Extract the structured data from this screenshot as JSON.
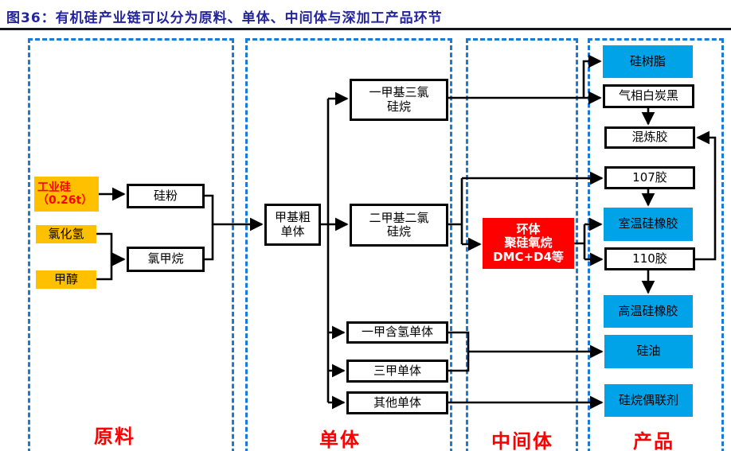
{
  "figure": {
    "title": "图36：有机硅产业链可以分为原料、单体、中间体与深加工产品环节"
  },
  "colors": {
    "title_text": "#24249E",
    "section_border_blue": "#1B7AD3",
    "section_label_red": "#FF0000",
    "orange_fill": "#FFC000",
    "blue_fill": "#00A2E8",
    "red_fill": "#FF0000",
    "connector_black": "#000000"
  },
  "sections": {
    "raw_materials": {
      "label": "原料"
    },
    "monomers": {
      "label": "单体"
    },
    "intermediates": {
      "label": "中间体"
    },
    "products": {
      "label": "产品"
    }
  },
  "nodes": {
    "industrial_silicon": {
      "lines": [
        "工业硅",
        "（0.26t）"
      ]
    },
    "hydrogen_chloride": {
      "label": "氯化氢"
    },
    "methanol": {
      "label": "甲醇"
    },
    "silicon_powder": {
      "label": "硅粉"
    },
    "chloromethane": {
      "label": "氯甲烷"
    },
    "methyl_crude_monomer": {
      "lines": [
        "甲基粗",
        "单体"
      ]
    },
    "monomethyl_trichlorosilane": {
      "lines": [
        "一甲基三氯",
        "硅烷"
      ]
    },
    "dimethyl_dichlorosilane": {
      "lines": [
        "二甲基二氯",
        "硅烷"
      ]
    },
    "monomethyl_hydrogen_monomer": {
      "label": "一甲含氢单体"
    },
    "trimethyl_monomer": {
      "label": "三甲单体"
    },
    "other_monomers": {
      "label": "其他单体"
    },
    "cyclic_polysiloxane": {
      "lines": [
        "环体",
        "聚硅氧烷",
        "DMC+D4等"
      ]
    },
    "silicone_resin": {
      "label": "硅树脂"
    },
    "fumed_silica": {
      "label": "气相白炭黑"
    },
    "compounded_rubber": {
      "label": "混炼胶"
    },
    "glue_107": {
      "label": "107胶"
    },
    "room_temp_silicone_rubber": {
      "label": "室温硅橡胶"
    },
    "glue_110": {
      "label": "110胶"
    },
    "high_temp_silicone_rubber": {
      "label": "高温硅橡胶"
    },
    "silicone_oil": {
      "label": "硅油"
    },
    "silane_coupling_agent": {
      "label": "硅烷偶联剂"
    }
  }
}
